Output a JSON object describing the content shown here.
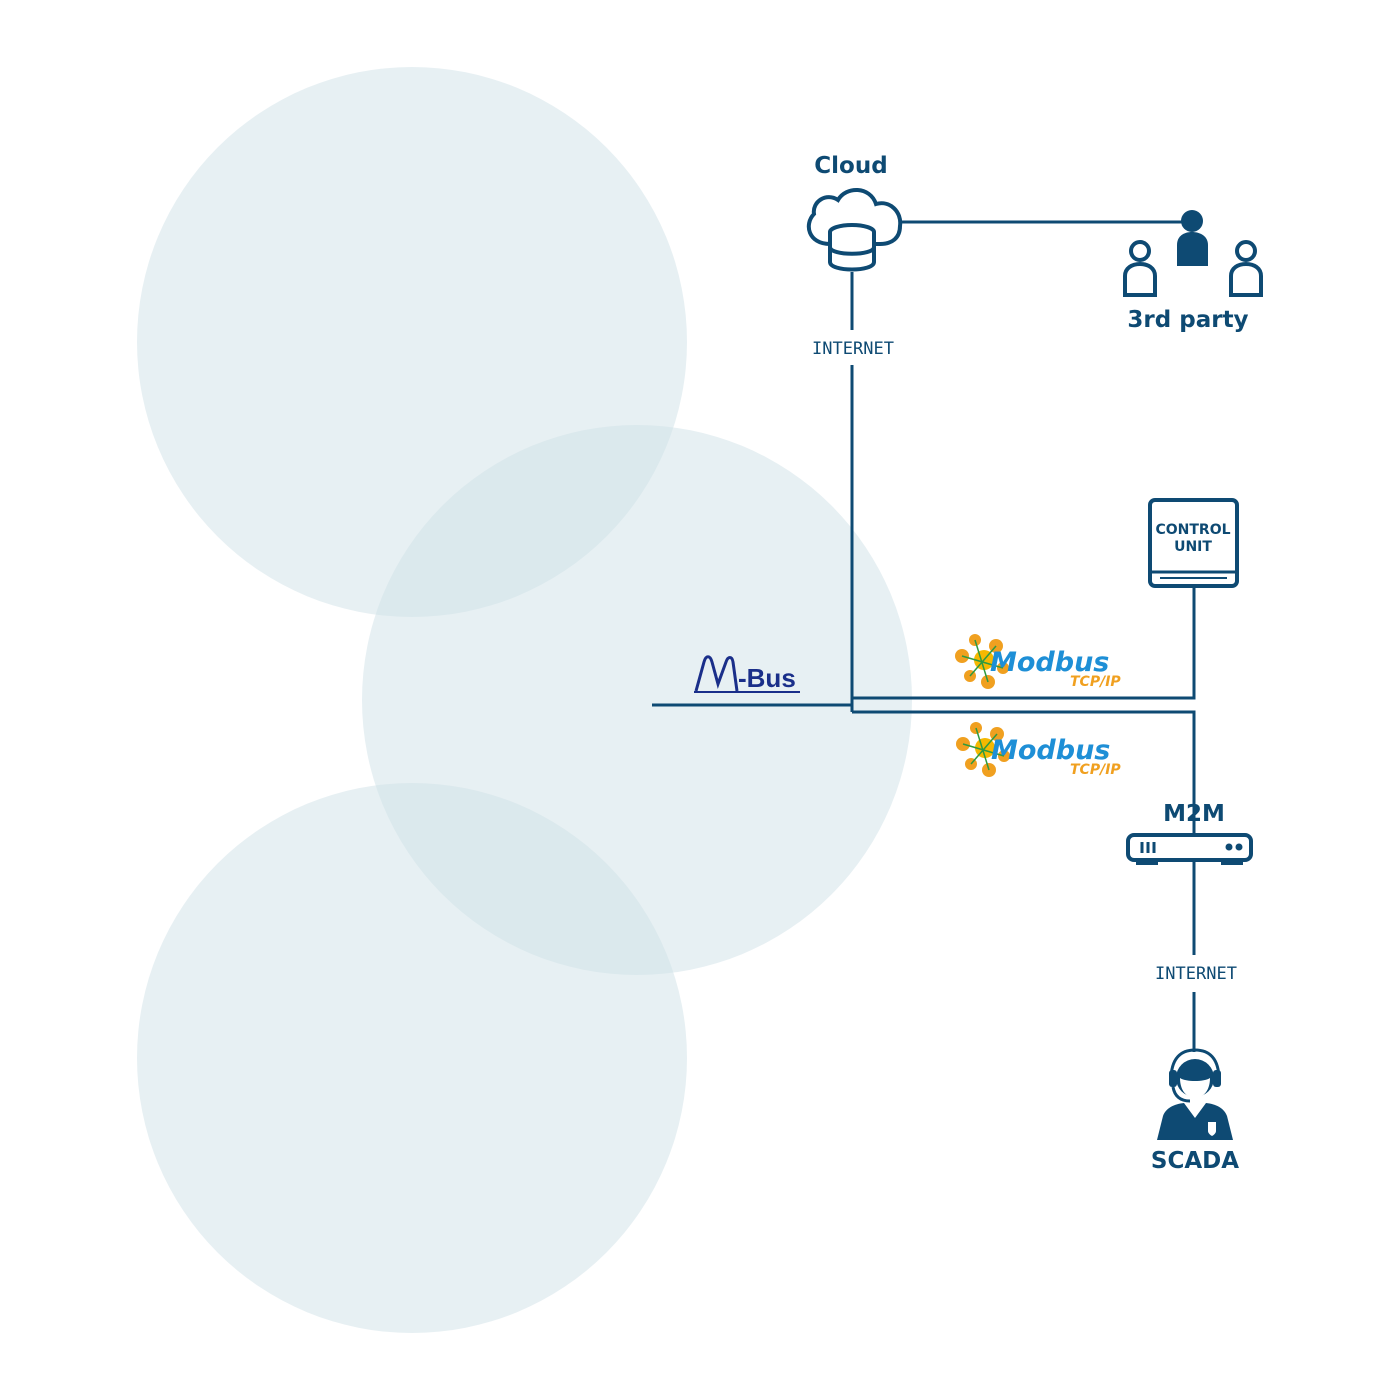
{
  "colors": {
    "primary": "#0e4a73",
    "bubble": "#cfe1e8",
    "mbus": "#1a2f8a",
    "modbus_blue": "#1e8fd6",
    "modbus_orange": "#f0a020"
  },
  "nodes": {
    "cloud": {
      "label": "Cloud",
      "icon": "cloud-database-icon"
    },
    "third_party": {
      "label": "3rd party",
      "icon": "users-group-icon"
    },
    "control_unit": {
      "label_line1": "CONTROL",
      "label_line2": "UNIT",
      "icon": "control-unit-icon"
    },
    "m2m": {
      "label": "M2M",
      "icon": "router-icon"
    },
    "scada": {
      "label": "SCADA",
      "icon": "operator-headset-icon"
    }
  },
  "links": {
    "internet_top": "INTERNET",
    "internet_bottom": "INTERNET"
  },
  "protocols": {
    "mbus": {
      "prefix": "M",
      "suffix": "-Bus"
    },
    "modbus_upper": {
      "name": "Modbus",
      "sub": "TCP/IP",
      "icon": "modbus-logo-icon"
    },
    "modbus_lower": {
      "name": "Modbus",
      "sub": "TCP/IP",
      "icon": "modbus-logo-icon"
    }
  }
}
